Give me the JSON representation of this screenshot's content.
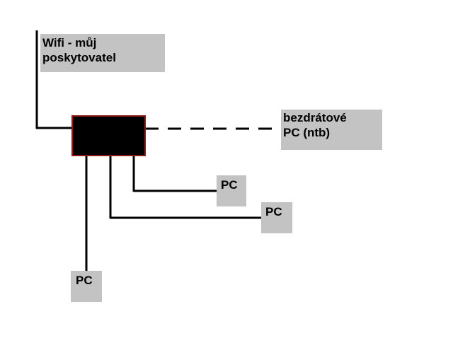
{
  "nodes": {
    "provider": {
      "lines": [
        "Wifi - můj",
        "poskytovatel"
      ]
    },
    "wireless": {
      "lines": [
        "bezdrátové",
        "PC (ntb)"
      ]
    },
    "pc1": {
      "label": "PC"
    },
    "pc2": {
      "label": "PC"
    },
    "pc3": {
      "label": "PC"
    }
  },
  "colors": {
    "wire": "#000000",
    "device_fill": "#000000",
    "device_border": "#8b1a1a",
    "label_background": "#c3c3c3"
  }
}
